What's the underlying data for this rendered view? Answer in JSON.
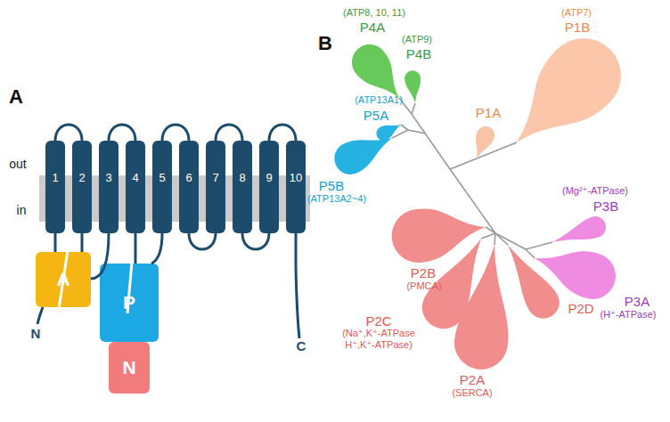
{
  "diagram": {
    "nodes": [
      {
        "text": [
          "1"
        ]
      },
      {
        "text": [
          "2"
        ]
      },
      {
        "text": [
          "3"
        ]
      },
      {
        "text": [
          "4"
        ]
      },
      {
        "text": [
          "5"
        ]
      },
      {
        "text": [
          "6"
        ]
      },
      {
        "text": [
          "7"
        ]
      },
      {
        "text": [
          "8"
        ]
      },
      {
        "text": [
          "9"
        ]
      },
      {
        "text": [
          "10"
        ]
      },
      {
        "text": [
          "A"
        ]
      },
      {
        "text": [
          "P"
        ]
      },
      {
        "text": [
          "N"
        ]
      }
    ],
    "edges": [
      {
        "from": 10,
        "to": 0,
        "arrow": "none"
      },
      {
        "from": 0,
        "to": 1,
        "arrow": "none"
      },
      {
        "from": 1,
        "to": 10,
        "arrow": "none"
      },
      {
        "from": 10,
        "to": 2,
        "arrow": "none"
      },
      {
        "from": 2,
        "to": 3,
        "arrow": "none"
      },
      {
        "from": 3,
        "to": 11,
        "arrow": "none"
      },
      {
        "from": 11,
        "to": 4,
        "arrow": "none"
      },
      {
        "from": 4,
        "to": 5,
        "arrow": "none"
      },
      {
        "from": 5,
        "to": 6,
        "arrow": "none"
      },
      {
        "from": 6,
        "to": 7,
        "arrow": "none"
      },
      {
        "from": 7,
        "to": 8,
        "arrow": "none"
      },
      {
        "from": 8,
        "to": 9,
        "arrow": "none"
      }
    ],
    "labels": [
      "A",
      "out",
      "in",
      "N",
      "C",
      "B",
      "(ATP8, 10, 11)",
      "P4A",
      "(ATP9)",
      "P4B",
      "(ATP7)",
      "P1B",
      "P1A",
      "(ATP13A1)",
      "P5A",
      "P5B",
      "(ATP13A2~4)",
      "(Mg²⁺-ATPase)",
      "P3B",
      "P3A",
      "(H⁺-ATPase)",
      "P2B",
      "(PMCA)",
      "P2C",
      "(Na⁺,K⁺-ATPase H⁺,K⁺-ATPase)",
      "P2A",
      "(SERCA)",
      "P2D"
    ]
  }
}
